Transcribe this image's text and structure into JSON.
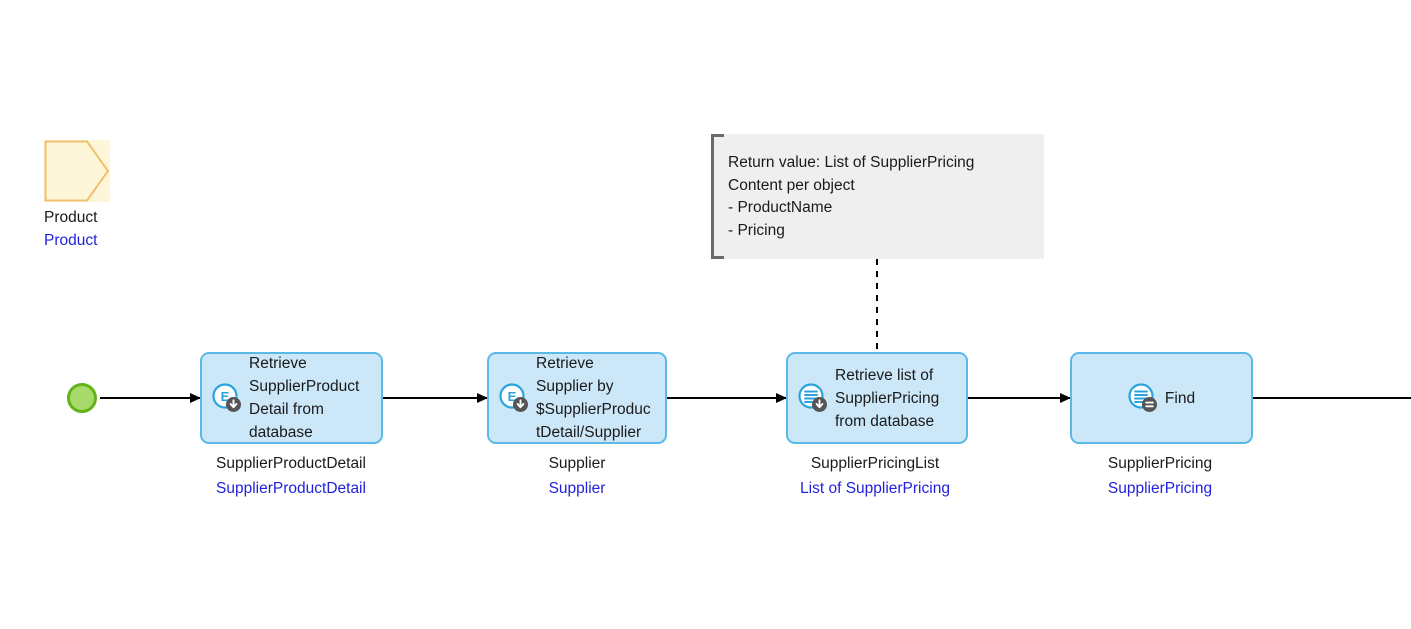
{
  "diagram": {
    "type": "microflow",
    "background": "#ffffff",
    "colors": {
      "activity_fill": "#cbe7f8",
      "activity_border": "#5bb9e8",
      "parameter_fill": "#fdf6d8",
      "parameter_border": "#f0c070",
      "start_fill": "#a8d96b",
      "start_border": "#63b217",
      "annotation_fill": "#efefef",
      "annotation_bracket": "#6b6b6b",
      "connector": "#000000",
      "type_text": "#2222dd",
      "label_text": "#1a1a1a",
      "icon_blue": "#29a3dc",
      "icon_badge": "#555555"
    }
  },
  "start_event": {
    "name": "start-event"
  },
  "parameter": {
    "name": "Product",
    "type": "Product",
    "icon": "parameter-pentagon-icon"
  },
  "activities": [
    {
      "id": "retrieve-supplier-product-detail",
      "text": "Retrieve\nSupplierProduct\nDetail from\ndatabase",
      "icon": "retrieve-object-from-database-icon",
      "icon_glyph": "E",
      "icon_badge": "download-arrow",
      "caption_name": "SupplierProductDetail",
      "caption_type": "SupplierProductDetail"
    },
    {
      "id": "retrieve-supplier-by-association",
      "text": "Retrieve\nSupplier by\n$SupplierProduc\ntDetail/Supplier",
      "icon": "retrieve-object-by-association-icon",
      "icon_glyph": "E",
      "icon_badge": "download-arrow",
      "caption_name": "Supplier",
      "caption_type": "Supplier"
    },
    {
      "id": "retrieve-list-of-supplier-pricing",
      "text": "Retrieve list of\nSupplierPricing\nfrom database",
      "icon": "retrieve-list-from-database-icon",
      "icon_glyph": "list",
      "icon_badge": "download-arrow",
      "caption_name": "SupplierPricingList",
      "caption_type": "List of SupplierPricing"
    },
    {
      "id": "find-activity",
      "text": "Find",
      "icon": "list-operation-find-icon",
      "icon_glyph": "list",
      "icon_badge": "equals",
      "caption_name": "SupplierPricing",
      "caption_type": "SupplierPricing"
    }
  ],
  "annotation": {
    "lines": [
      "Return value: List of SupplierPricing",
      "Content per object",
      "- ProductName",
      "- Pricing"
    ],
    "attached_to": "retrieve-list-of-supplier-pricing",
    "connector_style": "dashed"
  }
}
